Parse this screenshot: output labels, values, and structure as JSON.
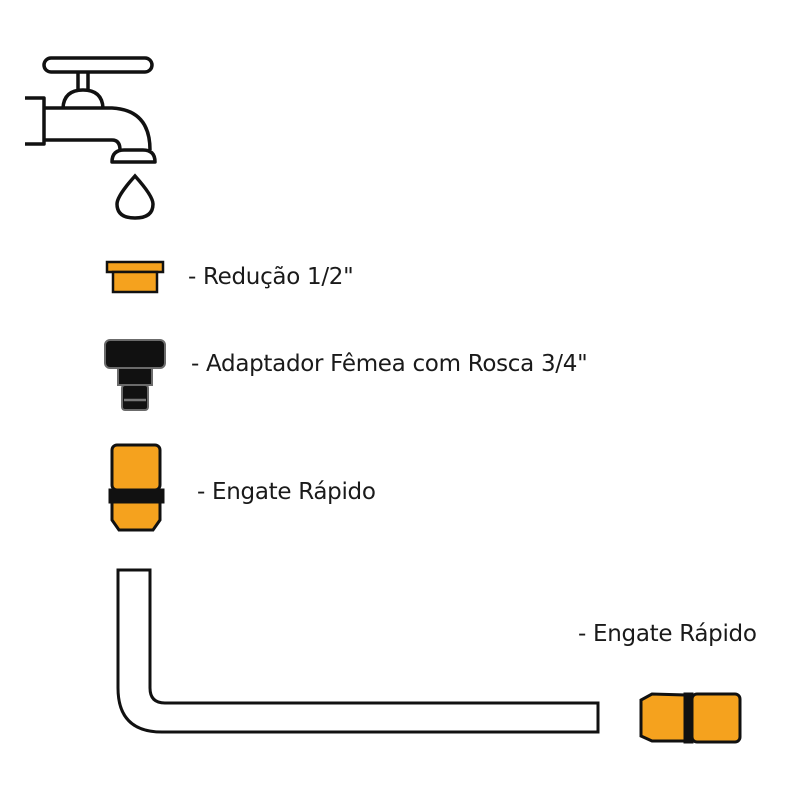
{
  "colors": {
    "orange": "#F5A21E",
    "black": "#111111",
    "gray": "#6b6b6b"
  },
  "icons": [
    "faucet-icon",
    "water-drop-icon",
    "reducer-icon",
    "female-adapter-icon",
    "quick-connector-icon",
    "hose-icon"
  ],
  "labels": {
    "reducao": "- Redução 1/2\"",
    "adaptador": "- Adaptador Fêmea com Rosca 3/4\"",
    "engate1": "- Engate Rápido",
    "engate2": "- Engate Rápido"
  }
}
